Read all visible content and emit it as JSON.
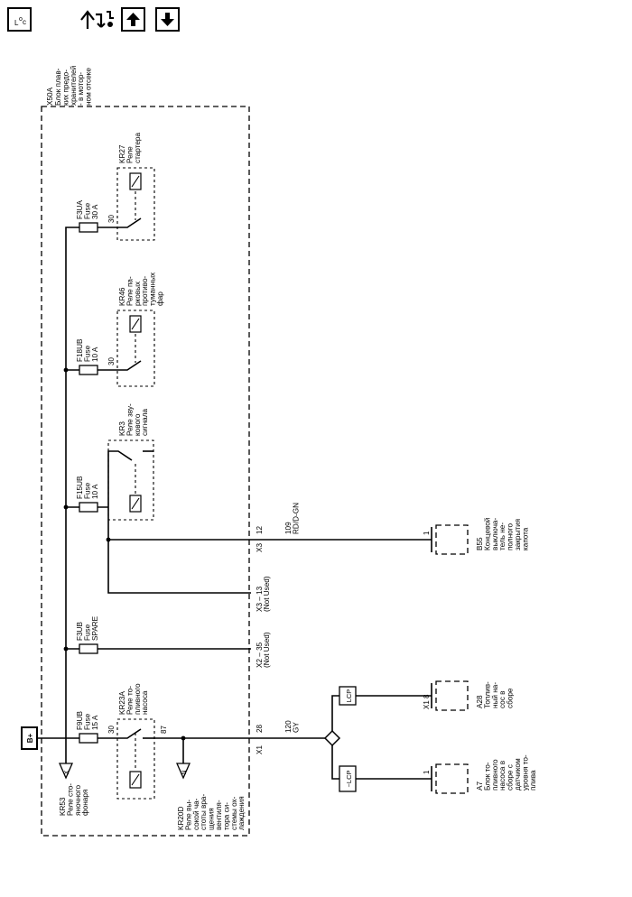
{
  "toolbar": {
    "locator_icon_label": "LOC",
    "buttons": [
      "locator-view",
      "navigate-connection",
      "page-up",
      "page-down"
    ]
  },
  "module": {
    "id": "X50A",
    "desc": [
      "Блок плав-",
      "ких предо-",
      "хранителей",
      "- в мотор-",
      "ном отсеке"
    ]
  },
  "power": {
    "label": "B+"
  },
  "fuses": [
    {
      "id": "F9UB",
      "lines": [
        "F9UB",
        "Fuse",
        "15 A"
      ]
    },
    {
      "id": "F3UB",
      "lines": [
        "F3UB",
        "Fuse",
        "SPARE"
      ]
    },
    {
      "id": "F15UB",
      "lines": [
        "F15UB",
        "Fuse",
        "10 A"
      ]
    },
    {
      "id": "F18UB",
      "lines": [
        "F18UB",
        "Fuse",
        "10 A"
      ]
    },
    {
      "id": "F3UA",
      "lines": [
        "F3UA",
        "Fuse",
        "30 A"
      ]
    }
  ],
  "relays": [
    {
      "id": "KR23A",
      "lines": [
        "KR23A",
        "Реле то-",
        "пливного",
        "насоса"
      ],
      "pin_in": "30",
      "pin_out": "87"
    },
    {
      "id": "KR3",
      "lines": [
        "KR3",
        "Реле зву-",
        "кового",
        "сигнала"
      ]
    },
    {
      "id": "KR46",
      "lines": [
        "KR46",
        "Реле па-",
        "рковых",
        "противо-",
        "туманных",
        "фар"
      ],
      "pin_in": "30"
    },
    {
      "id": "KR27",
      "lines": [
        "KR27",
        "Реле",
        "стартера"
      ],
      "pin_in": "30"
    }
  ],
  "refs": {
    "kr53": {
      "id": "KR53",
      "symbol": "X",
      "lines": [
        "Реле сто-",
        "яночного",
        "фонаря"
      ]
    },
    "kr20d": {
      "id": "KR20D",
      "symbol": "N",
      "lines": [
        "Реле вы-",
        "сокой ча-",
        "стоты вра-",
        "щения",
        "вентиля-",
        "тора си-",
        "стемы ох-",
        "лаждения"
      ]
    }
  },
  "connectors": {
    "x1": {
      "conn": "X1",
      "pin": "28"
    },
    "x2": {
      "conn": "X2",
      "pin": "35",
      "note": "(Not Used)"
    },
    "x3_13": {
      "conn": "X3",
      "pin": "13",
      "note": "(Not Used)"
    },
    "x3_12": {
      "conn": "X3",
      "pin": "12"
    }
  },
  "wires": {
    "w120": {
      "circuit": "120",
      "color": "GY"
    },
    "w109": {
      "circuit": "109",
      "color": "RD/D-GN"
    }
  },
  "splice": {
    "lcp": "LCP",
    "lcp_neg": "~LCP"
  },
  "components": {
    "b55": {
      "id": "B55",
      "pin": "1",
      "lines": [
        "Концевой",
        "выключа-",
        "тель не-",
        "полного",
        "закрытия",
        "капота"
      ]
    },
    "a28": {
      "id": "A28",
      "conn": "X1",
      "pin": "8",
      "lines": [
        "Топлив-",
        "ный на-",
        "сос в",
        "сборе"
      ]
    },
    "a7": {
      "id": "A7",
      "pin": "1",
      "lines": [
        "Блок то-",
        "пливного",
        "насоса в",
        "сборе с",
        "датчиком",
        "уровня то-",
        "плива"
      ]
    }
  }
}
